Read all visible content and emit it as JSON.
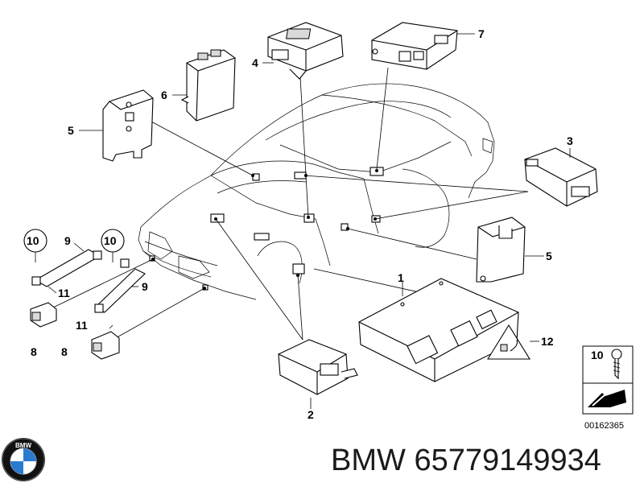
{
  "diagram": {
    "callouts": [
      {
        "id": "c1",
        "label": "1"
      },
      {
        "id": "c2",
        "label": "2"
      },
      {
        "id": "c3",
        "label": "3"
      },
      {
        "id": "c4",
        "label": "4"
      },
      {
        "id": "c5a",
        "label": "5"
      },
      {
        "id": "c5b",
        "label": "5"
      },
      {
        "id": "c6",
        "label": "6"
      },
      {
        "id": "c7",
        "label": "7"
      },
      {
        "id": "c8a",
        "label": "8"
      },
      {
        "id": "c8b",
        "label": "8"
      },
      {
        "id": "c9a",
        "label": "9"
      },
      {
        "id": "c9b",
        "label": "9"
      },
      {
        "id": "c10a",
        "label": "10"
      },
      {
        "id": "c10b",
        "label": "10"
      },
      {
        "id": "c11a",
        "label": "11"
      },
      {
        "id": "c11b",
        "label": "11"
      },
      {
        "id": "c12",
        "label": "12"
      }
    ],
    "legend_box": {
      "label": "10",
      "code": "00162365"
    }
  },
  "branding": {
    "logo_letters": "BMW",
    "brand": "BMW",
    "part_number": "65779149934"
  },
  "colors": {
    "line": "#000000",
    "background": "#ffffff",
    "logo_blue": "#2a7ad0"
  }
}
